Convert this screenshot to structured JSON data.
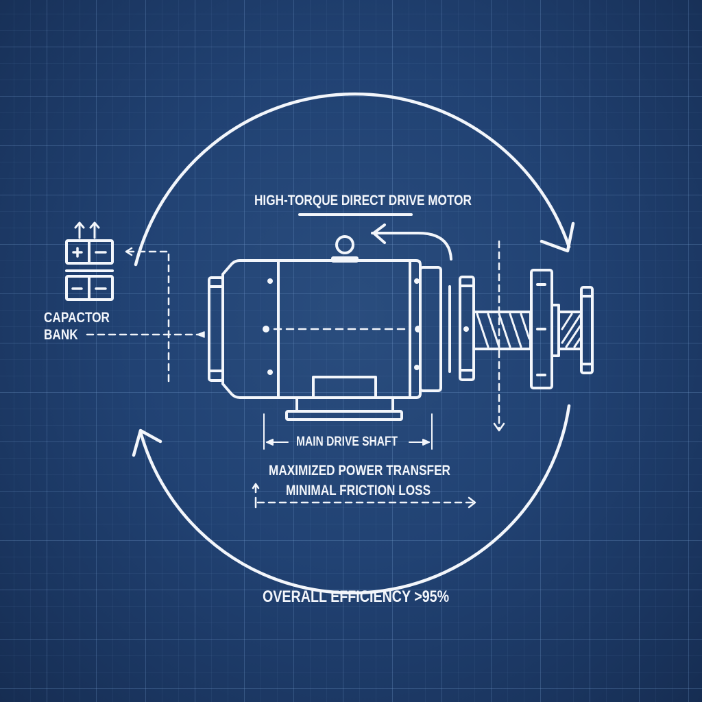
{
  "title": "HIGH-TORQUE DIRECT DRIVE MOTOR",
  "labels": {
    "capacitor_line1": "CAPACTOR",
    "capacitor_line2": "BANK",
    "shaft": "MAIN DRIVE SHAFT",
    "benefit1": "MAXIMIZED POWER TRANSFER",
    "benefit2": "MINIMAL FRICTION LOSS",
    "efficiency": "OVERALL EFFICIENCY >95%"
  },
  "capacitor_cells": [
    "+",
    "−",
    "−",
    "−"
  ],
  "colors": {
    "background": "#214273",
    "background_edge": "#162d52",
    "line": "#f3f6fb",
    "grid": "#4f73a3"
  },
  "icons": [
    "capacitor-bank-icon",
    "motor-icon",
    "coupling-icon",
    "cycle-arrow-icon"
  ]
}
